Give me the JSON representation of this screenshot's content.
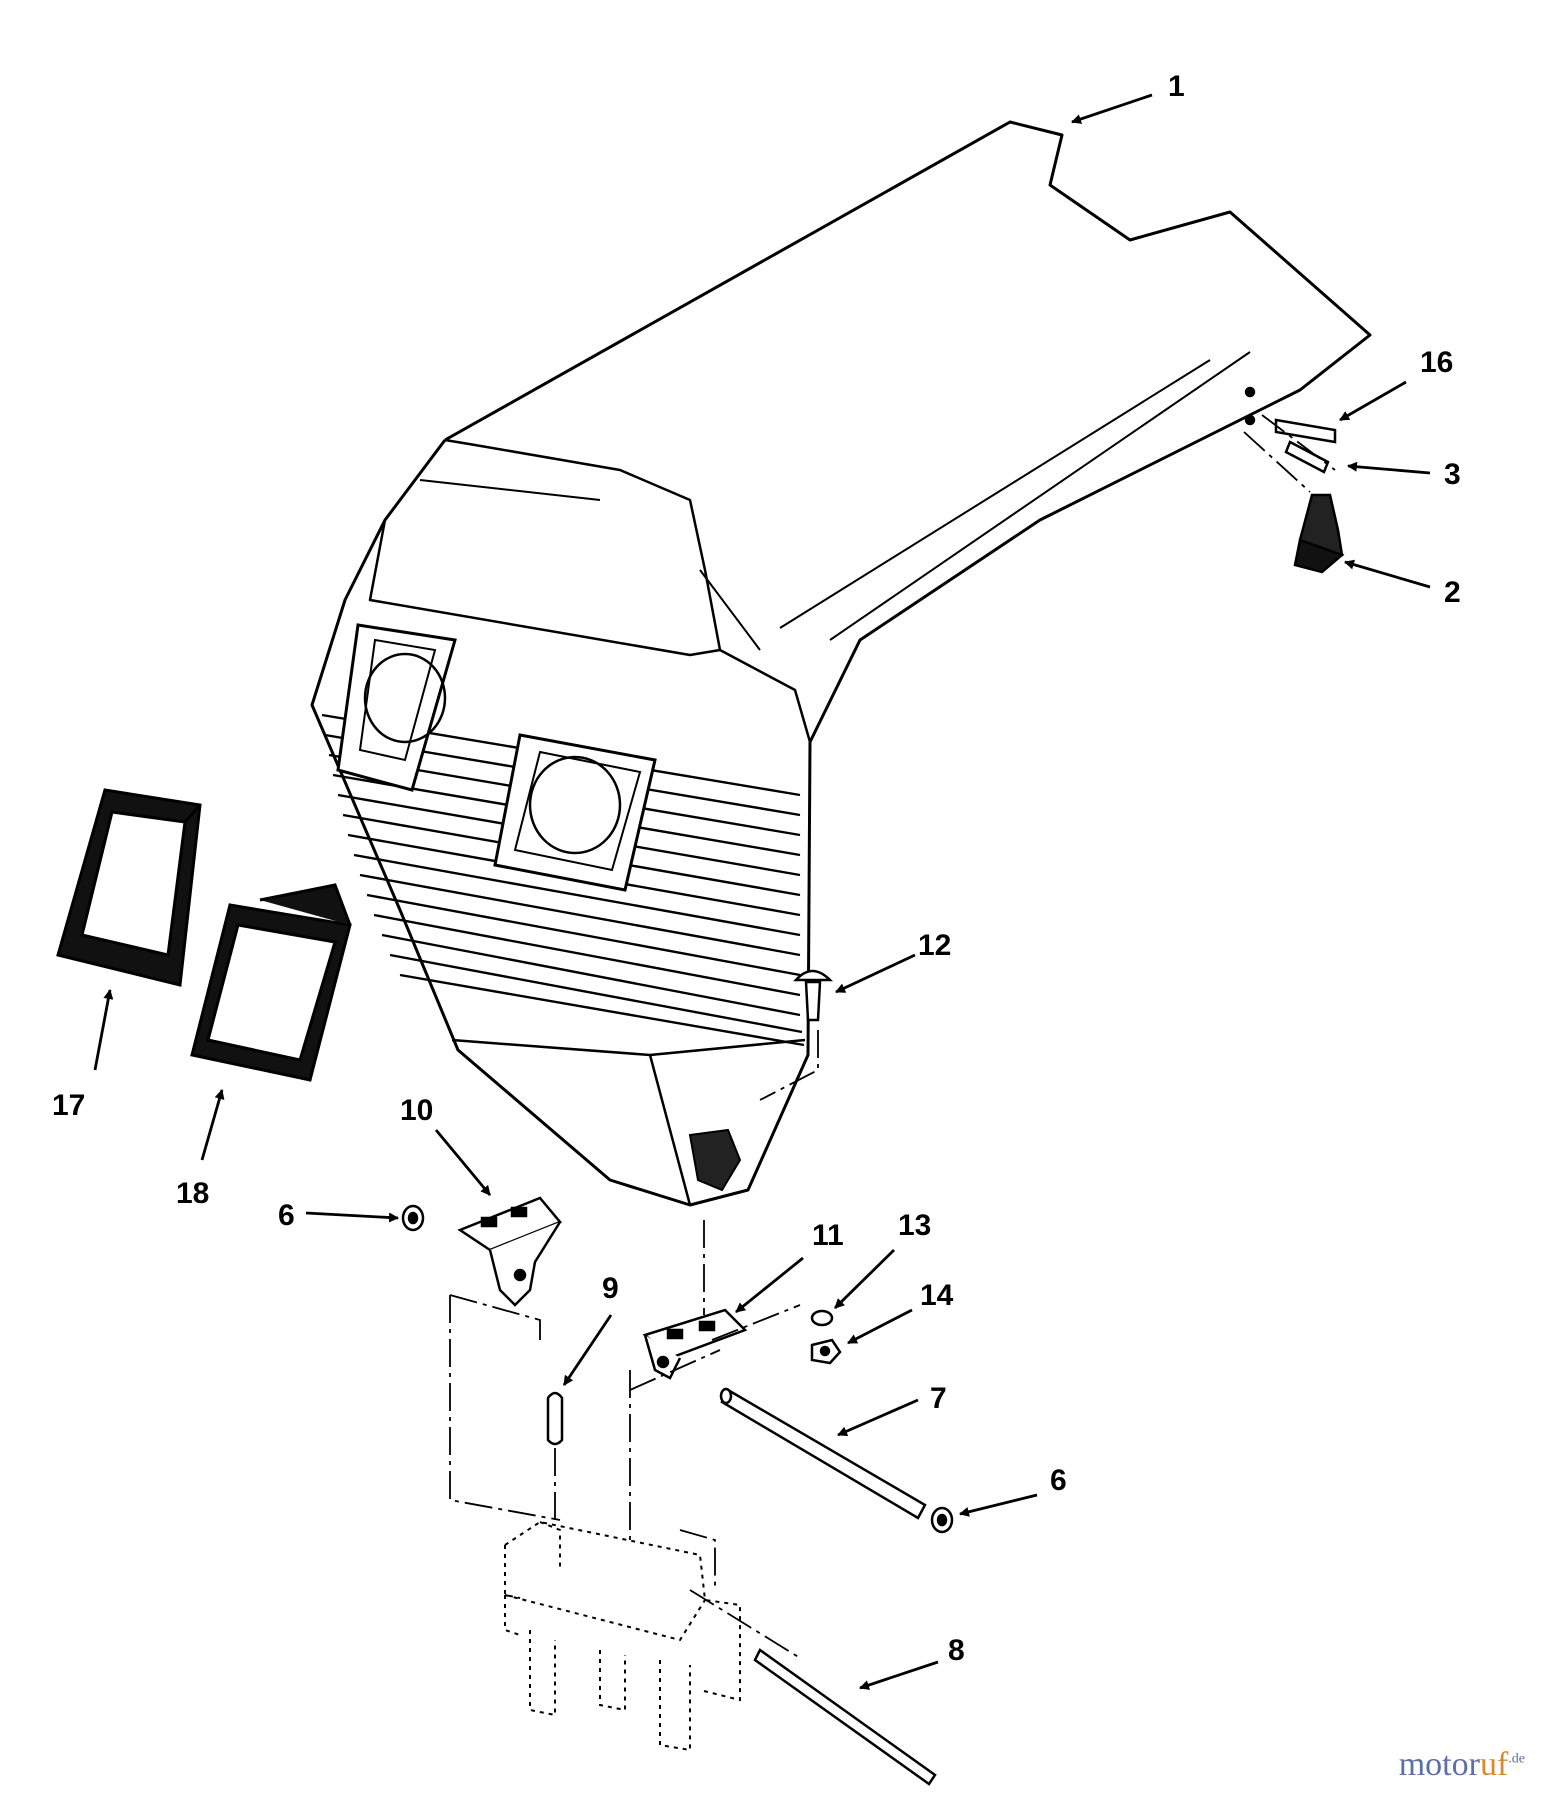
{
  "diagram": {
    "callouts": [
      {
        "id": "c1",
        "text": "1"
      },
      {
        "id": "c16",
        "text": "16"
      },
      {
        "id": "c3",
        "text": "3"
      },
      {
        "id": "c2",
        "text": "2"
      },
      {
        "id": "c12",
        "text": "12"
      },
      {
        "id": "c17",
        "text": "17"
      },
      {
        "id": "c18",
        "text": "18"
      },
      {
        "id": "c10",
        "text": "10"
      },
      {
        "id": "c6a",
        "text": "6"
      },
      {
        "id": "c11",
        "text": "11"
      },
      {
        "id": "c13",
        "text": "13"
      },
      {
        "id": "c14",
        "text": "14"
      },
      {
        "id": "c9",
        "text": "9"
      },
      {
        "id": "c7",
        "text": "7"
      },
      {
        "id": "c6b",
        "text": "6"
      },
      {
        "id": "c8",
        "text": "8"
      }
    ]
  },
  "watermark": {
    "part_a": "motor",
    "part_b": "uf",
    "part_c": ".de"
  }
}
